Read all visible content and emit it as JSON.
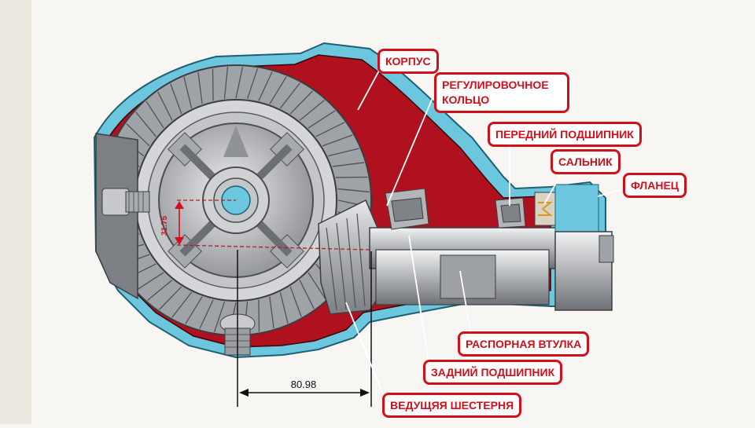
{
  "labels": {
    "housing": "КОРПУС",
    "adjusting_ring_line1": "РЕГУЛИРОВОЧНОЕ",
    "adjusting_ring_line2": "КОЛЬЦО",
    "front_bearing": "ПЕРЕДНИЙ ПОДШИПНИК",
    "oil_seal": "САЛЬНИК",
    "flange": "ФЛАНЕЦ",
    "spacer_sleeve": "РАСПОРНАЯ ВТУЛКА",
    "rear_bearing": "ЗАДНИЙ ПОДШИПНИК",
    "drive_gear": "ВЕДУЩЯЯ ШЕСТЕРНЯ"
  },
  "dimensions": {
    "horizontal": "80.98",
    "vertical": "31.75"
  },
  "colors": {
    "housing_red": "#b0111e",
    "housing_shell": "#6cc7de",
    "steel": "#b9bcbf",
    "label_red": "#d0101a"
  }
}
